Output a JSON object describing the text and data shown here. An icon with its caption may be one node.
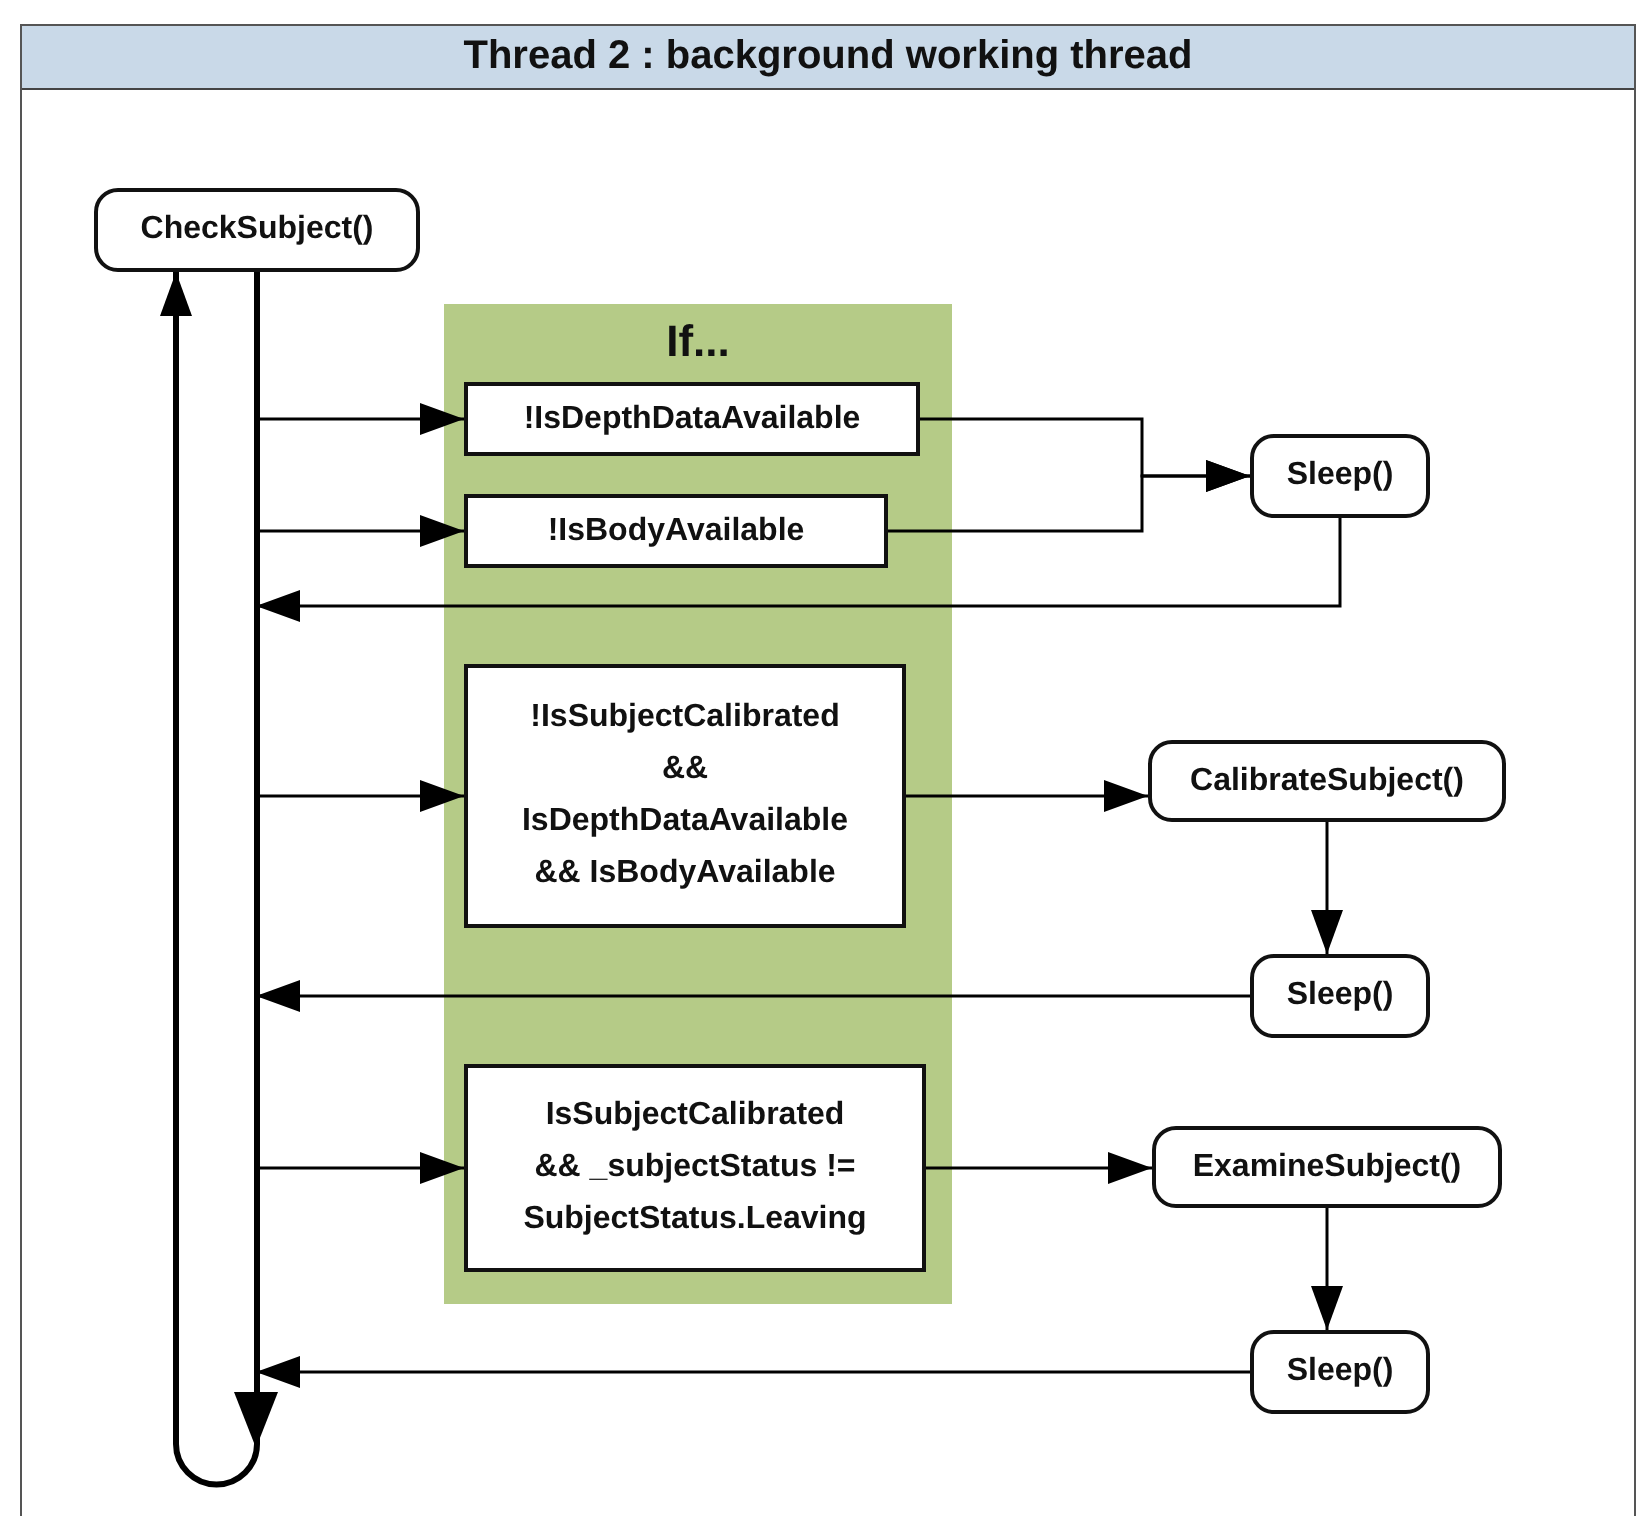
{
  "diagram": {
    "nodes": [
      {
        "text": [
          "Thread 2 : background working thread"
        ]
      },
      {
        "text": [
          "CheckSubject()"
        ],
        "in": 0
      },
      {
        "text": [
          "If..."
        ],
        "in": 0
      },
      {
        "text": [
          "!IsDepthDataAvailable"
        ],
        "in": 2
      },
      {
        "text": [
          "!IsBodyAvailable"
        ],
        "in": 2
      },
      {
        "text": [
          "!IsSubjectCalibrated && IsDepthDataAvailable && IsBodyAvailable"
        ],
        "in": 2
      },
      {
        "text": [
          "IsSubjectCalibrated && _subjectStatus != SubjectStatus.Leaving"
        ],
        "in": 2
      },
      {
        "text": [
          "Sleep()"
        ],
        "in": 0
      },
      {
        "text": [
          "CalibrateSubject()"
        ],
        "in": 0
      },
      {
        "text": [
          "Sleep()"
        ],
        "in": 0
      },
      {
        "text": [
          "ExamineSubject()"
        ],
        "in": 0
      },
      {
        "text": [
          "Sleep()"
        ],
        "in": 0
      }
    ],
    "edges": [
      {
        "from": 1,
        "to": 3,
        "arrow": "to"
      },
      {
        "from": 1,
        "to": 4,
        "arrow": "to"
      },
      {
        "from": 3,
        "to": 7,
        "arrow": "to"
      },
      {
        "from": 4,
        "to": 7,
        "arrow": "to"
      },
      {
        "from": 7,
        "to": null,
        "arrow": "to"
      },
      {
        "from": 1,
        "to": 5,
        "arrow": "to"
      },
      {
        "from": 5,
        "to": 8,
        "arrow": "to"
      },
      {
        "from": 8,
        "to": 9,
        "arrow": "to"
      },
      {
        "from": 9,
        "to": null,
        "arrow": "to"
      },
      {
        "from": 1,
        "to": 6,
        "arrow": "to"
      },
      {
        "from": 6,
        "to": 10,
        "arrow": "to"
      },
      {
        "from": 10,
        "to": 11,
        "arrow": "to"
      },
      {
        "from": 11,
        "to": null,
        "arrow": "to"
      },
      {
        "from": 1,
        "to": 1,
        "arrow": "to",
        "style": "thick"
      }
    ]
  }
}
